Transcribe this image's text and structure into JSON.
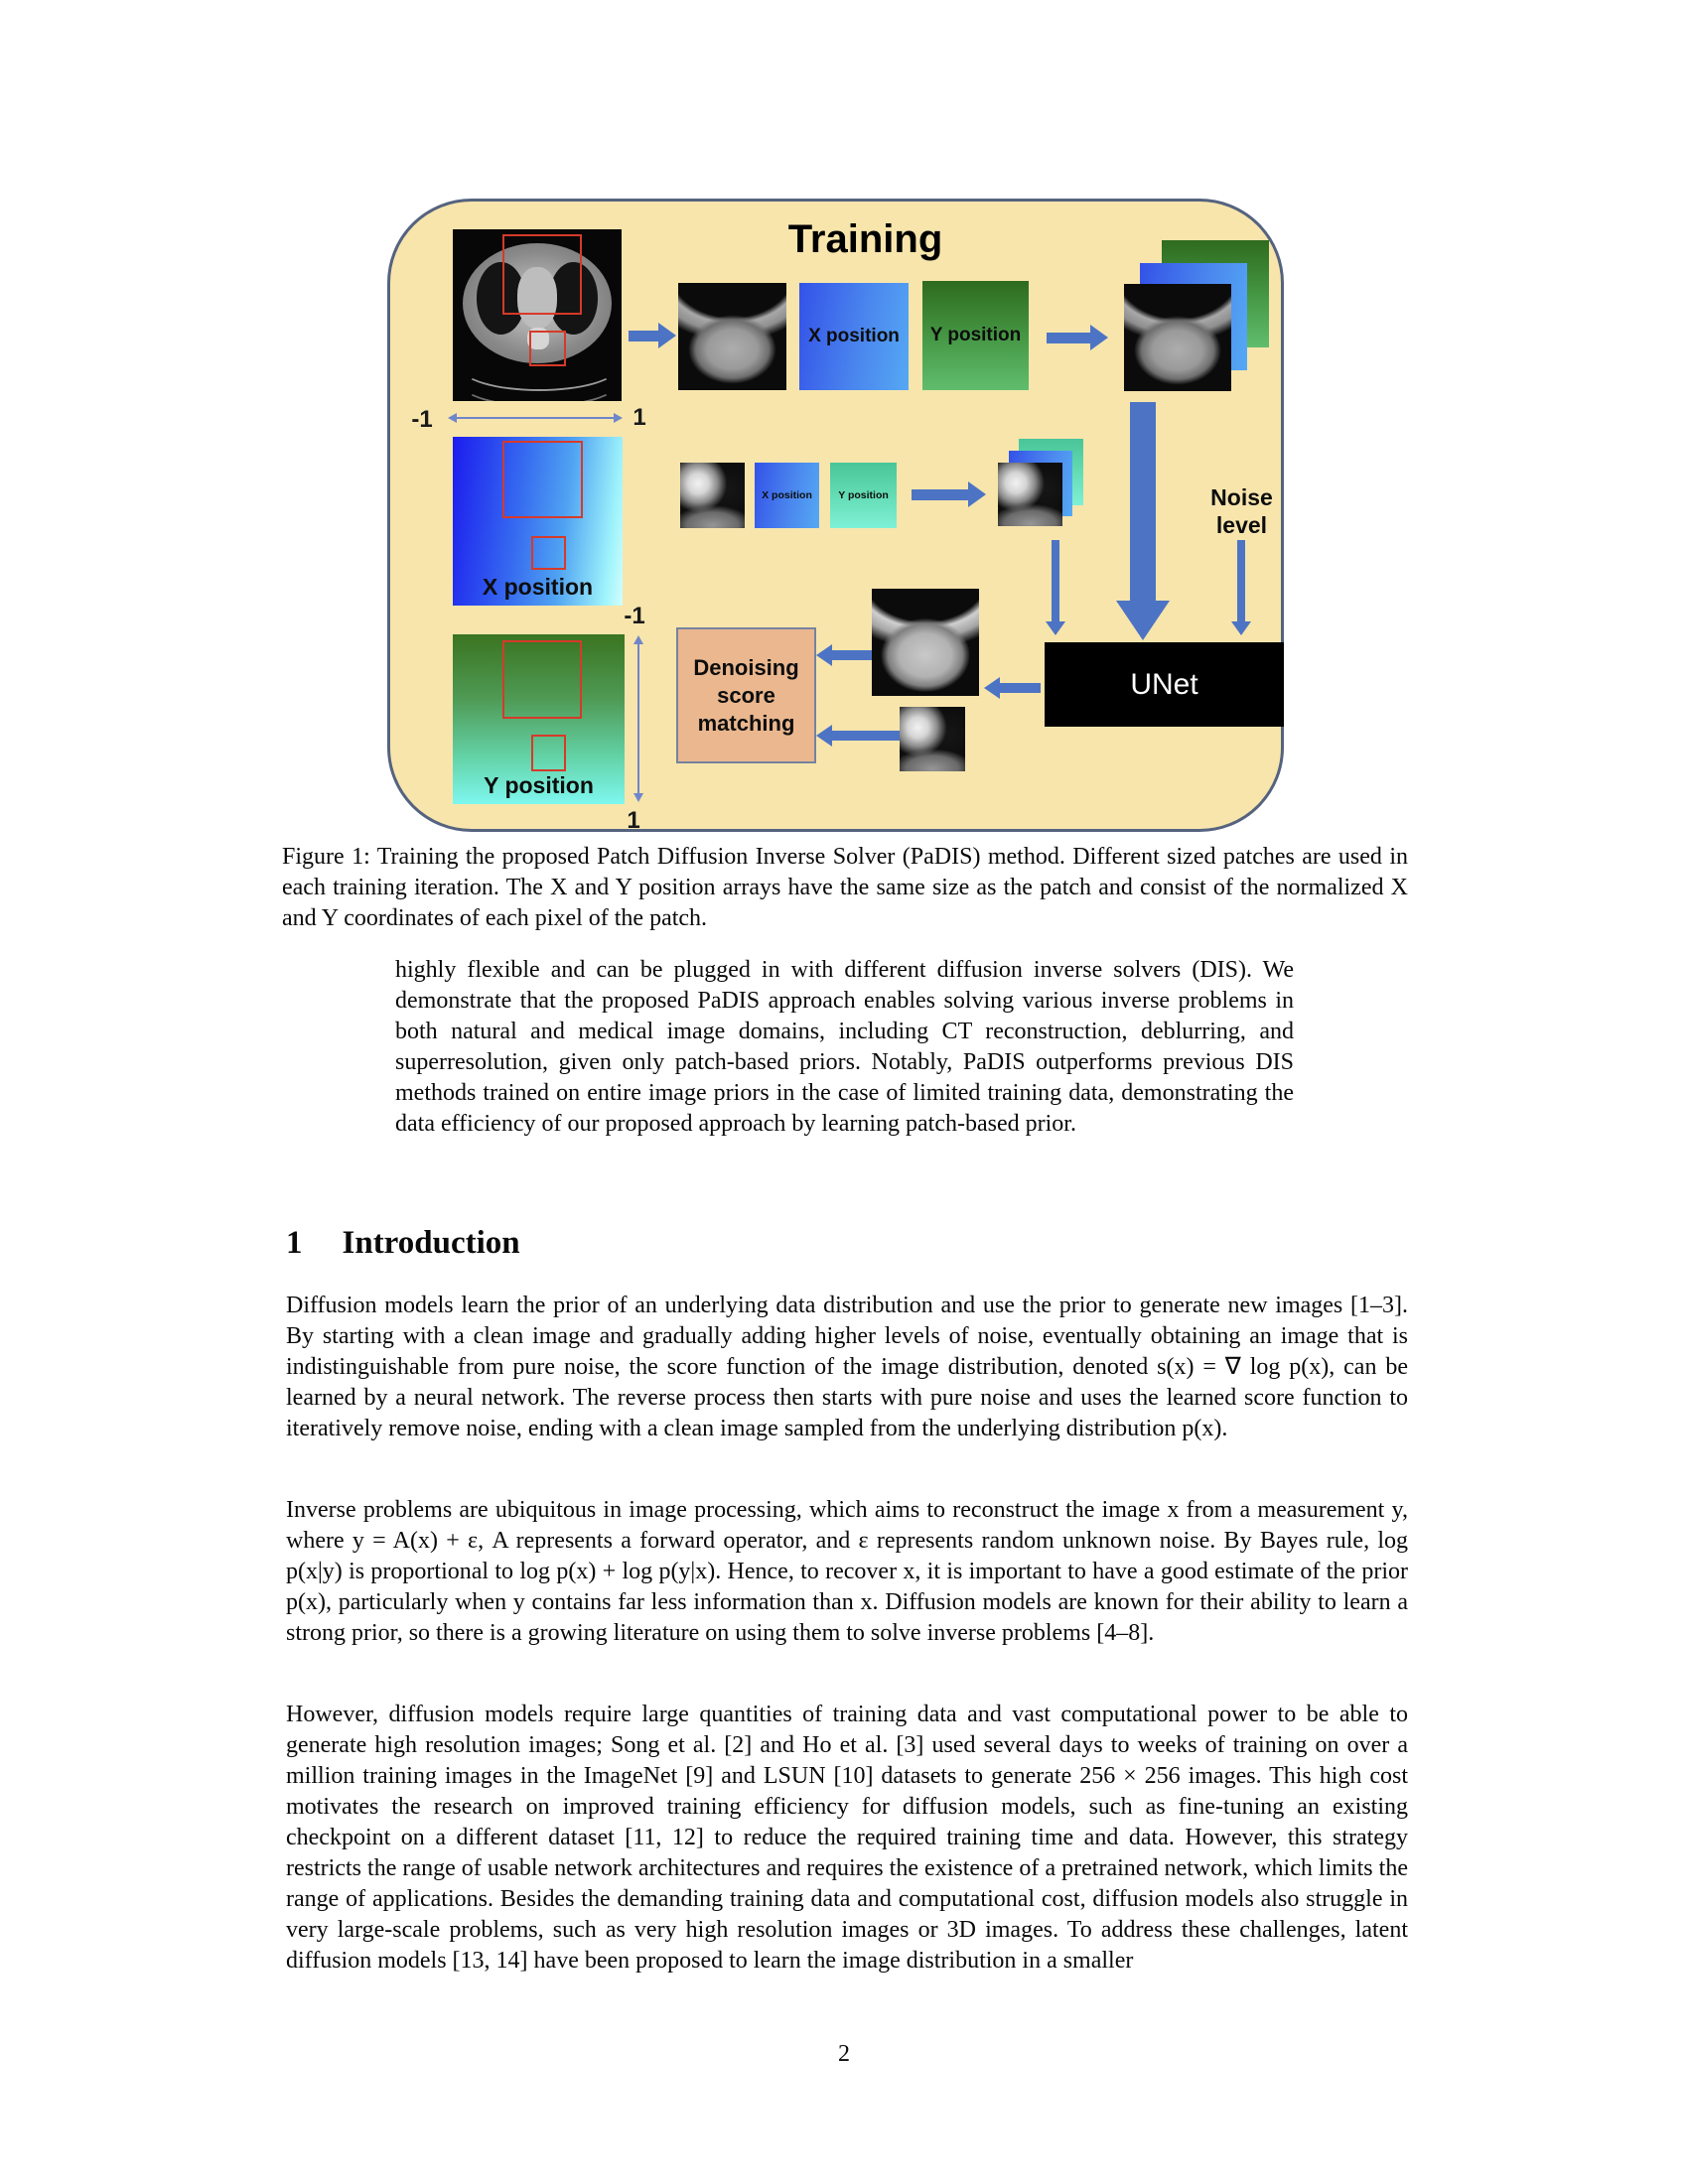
{
  "page": {
    "number": "2"
  },
  "figure": {
    "title": "Training",
    "axis": {
      "h_left": "-1",
      "h_right": "1",
      "v_top": "-1",
      "v_bottom": "1"
    },
    "labels": {
      "x_position_large": "X position",
      "y_position_large": "Y position",
      "x_position_top": "X position",
      "y_position_top": "Y position",
      "x_position_small": "X position",
      "y_position_small": "Y position",
      "noise_line1": "Noise",
      "noise_line2": "level",
      "unet": "UNet",
      "denoising": "Denoising score matching"
    }
  },
  "colors": {
    "figure_bg": "#f7e5ac",
    "figure_border": "#55637f",
    "arrow_blue": "#4d74c4",
    "axis_blue": "#6f86c9",
    "unet_bg": "#000000",
    "unet_text": "#ffffff",
    "denoise_bg": "#eab78e",
    "denoise_border": "#76839f",
    "patch_outline_red": "#d63a2a"
  },
  "caption": {
    "text": "Figure 1: Training the proposed Patch Diffusion Inverse Solver (PaDIS) method. Different sized patches are used in each training iteration. The X and Y position arrays have the same size as the patch and consist of the normalized X and Y coordinates of each pixel of the patch."
  },
  "abstract_fragment": {
    "text": "highly flexible and can be plugged in with different diffusion inverse solvers (DIS). We demonstrate that the proposed PaDIS approach enables solving various inverse problems in both natural and medical image domains, including CT reconstruction, deblurring, and superresolution, given only patch-based priors. Notably, PaDIS outperforms previous DIS methods trained on entire image priors in the case of limited training data, demonstrating the data efficiency of our proposed approach by learning patch-based prior."
  },
  "section": {
    "number": "1",
    "title": "Introduction"
  },
  "paragraphs": [
    "Diffusion models learn the prior of an underlying data distribution and use the prior to generate new images [1–3]. By starting with a clean image and gradually adding higher levels of noise, eventually obtaining an image that is indistinguishable from pure noise, the score function of the image distribution, denoted s(x) = ∇ log p(x), can be learned by a neural network. The reverse process then starts with pure noise and uses the learned score function to iteratively remove noise, ending with a clean image sampled from the underlying distribution p(x).",
    "Inverse problems are ubiquitous in image processing, which aims to reconstruct the image x from a measurement y, where y = A(x) + ε, A represents a forward operator, and ε represents random unknown noise. By Bayes rule, log p(x|y) is proportional to log p(x) + log p(y|x). Hence, to recover x, it is important to have a good estimate of the prior p(x), particularly when y contains far less information than x. Diffusion models are known for their ability to learn a strong prior, so there is a growing literature on using them to solve inverse problems [4–8].",
    "However, diffusion models require large quantities of training data and vast computational power to be able to generate high resolution images; Song et al. [2] and Ho et al. [3] used several days to weeks of training on over a million training images in the ImageNet [9] and LSUN [10] datasets to generate 256 × 256 images. This high cost motivates the research on improved training efficiency for diffusion models, such as fine-tuning an existing checkpoint on a different dataset [11, 12] to reduce the required training time and data. However, this strategy restricts the range of usable network architectures and requires the existence of a pretrained network, which limits the range of applications. Besides the demanding training data and computational cost, diffusion models also struggle in very large-scale problems, such as very high resolution images or 3D images. To address these challenges, latent diffusion models  [13, 14] have been proposed to learn the image distribution in a smaller"
  ]
}
